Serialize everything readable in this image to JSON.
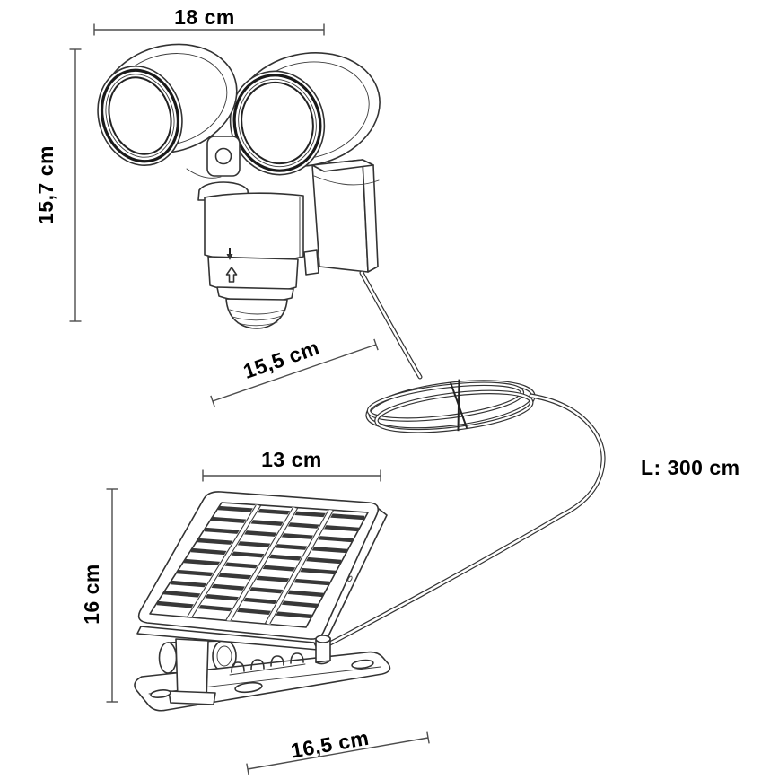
{
  "colors": {
    "background": "#ffffff",
    "artwork_line": "#333333",
    "dimension_line": "#4d4d4d",
    "text": "#000000"
  },
  "dimensions": {
    "lamp_width": {
      "label": "18 cm"
    },
    "lamp_height": {
      "label": "15,7 cm"
    },
    "lamp_depth": {
      "label": "15,5 cm"
    },
    "panel_width": {
      "label": "13 cm"
    },
    "panel_height": {
      "label": "16 cm"
    },
    "panel_base_depth": {
      "label": "16,5 cm"
    },
    "cable_length": {
      "label": "L: 300 cm"
    }
  }
}
